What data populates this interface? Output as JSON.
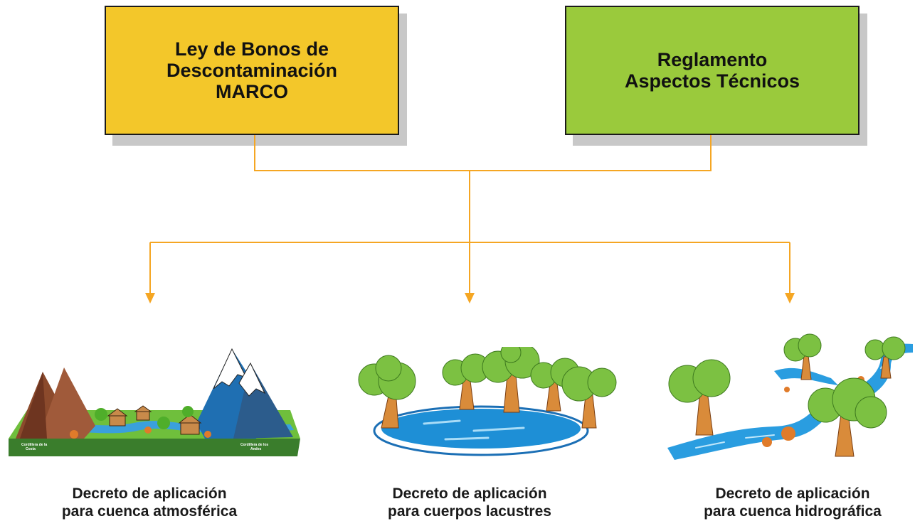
{
  "top_boxes": {
    "left": {
      "text": "Ley de Bonos de\nDescontaminación\nMARCO",
      "color": "#f3c72a"
    },
    "right": {
      "text": "Reglamento\nAspectos Técnicos",
      "color": "#9aca3c"
    }
  },
  "connector_color": "#f5a623",
  "outputs": [
    {
      "caption": "Decreto de aplicación\npara cuenca atmosférica",
      "labels": [
        "Cordillera de la\nCosta",
        "Cordillera de los\nAndes"
      ]
    },
    {
      "caption": "Decreto de aplicación\npara cuerpos lacustres"
    },
    {
      "caption": "Decreto de aplicación\npara cuenca hidrográfica"
    }
  ]
}
